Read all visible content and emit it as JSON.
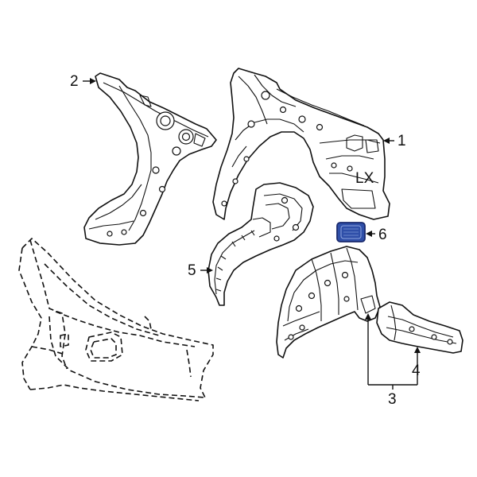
{
  "diagram": {
    "callouts": [
      {
        "id": "1",
        "label": "1"
      },
      {
        "id": "2",
        "label": "2"
      },
      {
        "id": "3",
        "label": "3"
      },
      {
        "id": "4",
        "label": "4"
      },
      {
        "id": "5",
        "label": "5"
      },
      {
        "id": "6",
        "label": "6"
      }
    ],
    "stamped_text": "LX",
    "colors": {
      "line": "#111111",
      "background": "#ffffff",
      "highlight_fill": "#2f4fa8",
      "highlight_stroke": "#1a2a6e"
    }
  }
}
